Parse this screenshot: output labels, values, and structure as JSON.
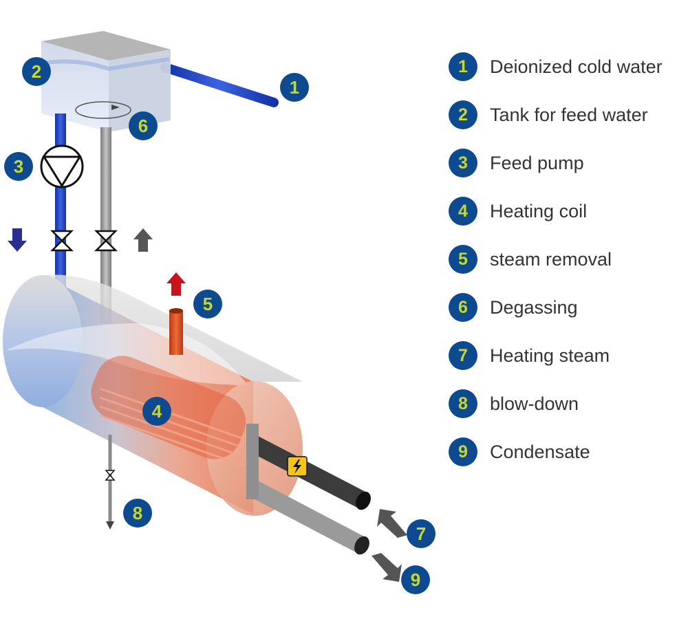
{
  "colors": {
    "badge_fill": "#0d4a8f",
    "badge_text": "#c7d92a",
    "feed_pipe": "#1f3fbf",
    "return_pipe": "#9a9a9a",
    "steam_pipe": "#d9461b",
    "down_arrow": "#2a2f8f",
    "up_arrow": "#555555",
    "steam_arrow": "#c8141e",
    "warning_sign": "#f5c518"
  },
  "diagram_labels": {
    "n1": "1",
    "n2": "2",
    "n3": "3",
    "n4": "4",
    "n5": "5",
    "n6": "6",
    "n7": "7",
    "n8": "8",
    "n9": "9"
  },
  "legend": {
    "items": [
      {
        "number": "1",
        "label": "Deionized cold water"
      },
      {
        "number": "2",
        "label": "Tank for feed water"
      },
      {
        "number": "3",
        "label": "Feed pump"
      },
      {
        "number": "4",
        "label": "Heating coil"
      },
      {
        "number": "5",
        "label": "steam removal"
      },
      {
        "number": "6",
        "label": "Degassing"
      },
      {
        "number": "7",
        "label": "Heating steam"
      },
      {
        "number": "8",
        "label": "blow-down"
      },
      {
        "number": "9",
        "label": "Condensate"
      }
    ]
  }
}
